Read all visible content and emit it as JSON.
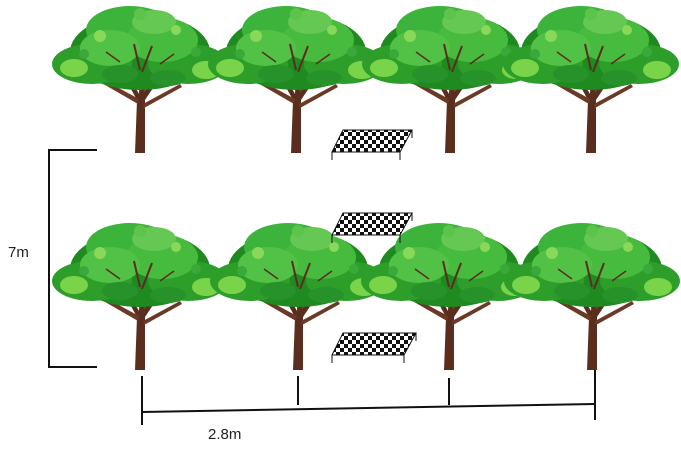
{
  "diagram": {
    "row_spacing_label": "7m",
    "tree_spacing_label": "2.8m",
    "tree_rows": [
      {
        "row": "back-row",
        "tree_count": 4
      },
      {
        "row": "front-row",
        "tree_count": 4
      }
    ],
    "checkerboard_targets": 3
  },
  "colors": {
    "foliage_dark": "#1f8a1f",
    "foliage_mid": "#3cb43c",
    "foliage_light": "#7ad44a",
    "trunk": "#5a2e1e",
    "line": "#111111",
    "checker_dark": "#111111",
    "checker_light": "#ffffff"
  }
}
